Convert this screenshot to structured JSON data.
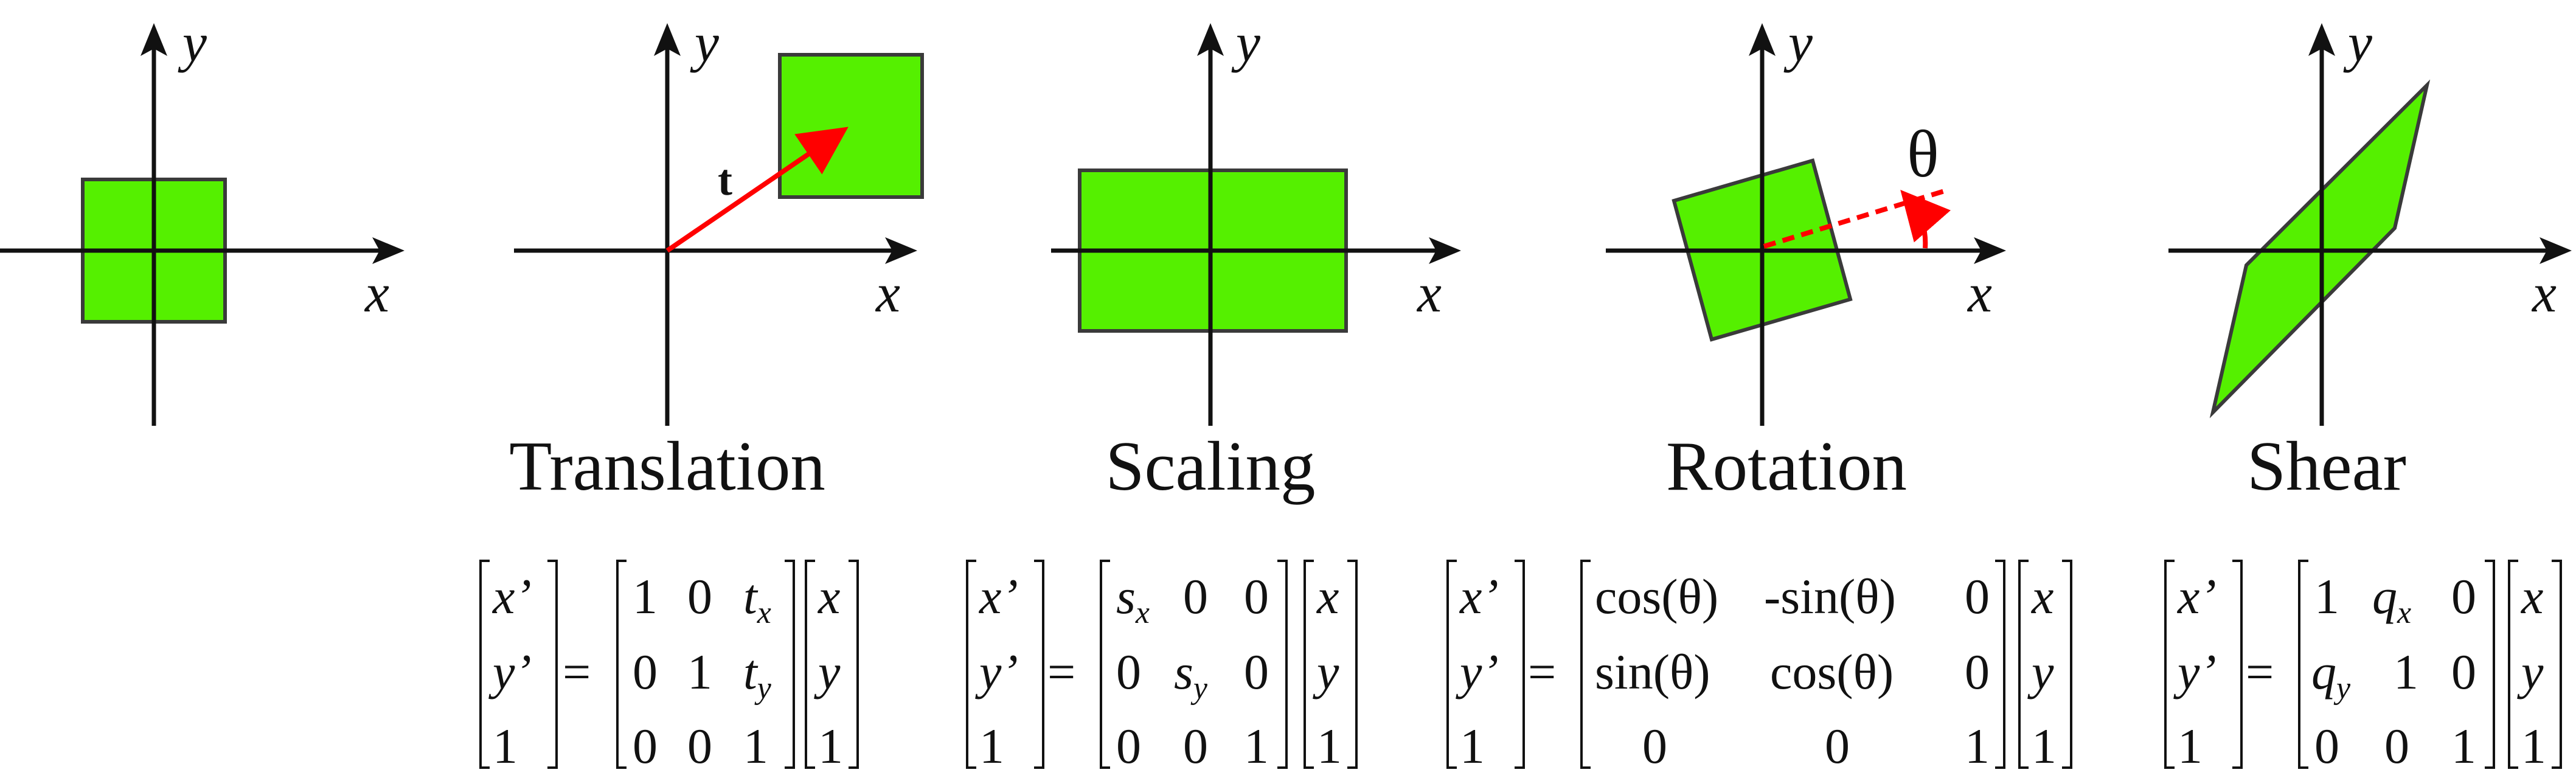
{
  "colors": {
    "shape_fill": "#55f000",
    "shape_stroke": "#3a3a3a",
    "vector": "#ff0000",
    "axis": "#111111"
  },
  "axes": {
    "x_label": "x",
    "y_label": "y"
  },
  "panels": {
    "translation": {
      "title": "Translation",
      "vector_label": "t"
    },
    "scaling": {
      "title": "Scaling"
    },
    "rotation": {
      "title": "Rotation",
      "angle_label": "θ"
    },
    "shear": {
      "title": "Shear"
    }
  },
  "equations": {
    "lhs": [
      "x’",
      "y’",
      "1"
    ],
    "rhs": [
      "x",
      "y",
      "1"
    ],
    "equals": "=",
    "translation": [
      [
        "1",
        "0",
        "t",
        "x"
      ],
      [
        "0",
        "1",
        "t",
        "y"
      ],
      [
        "0",
        "0",
        "1",
        ""
      ]
    ],
    "scaling": [
      [
        "s",
        "x",
        "0",
        "0"
      ],
      [
        "0",
        "s",
        "y",
        "0"
      ],
      [
        "0",
        "0",
        "1",
        ""
      ]
    ],
    "rotation": [
      [
        "cos(θ)",
        "-sin(θ)",
        "0"
      ],
      [
        "sin(θ)",
        "cos(θ)",
        "0"
      ],
      [
        "0",
        "0",
        "1"
      ]
    ],
    "shear": [
      [
        "1",
        "q",
        "x",
        "0"
      ],
      [
        "q",
        "y",
        "1",
        "0"
      ],
      [
        "0",
        "0",
        "1",
        ""
      ]
    ]
  }
}
